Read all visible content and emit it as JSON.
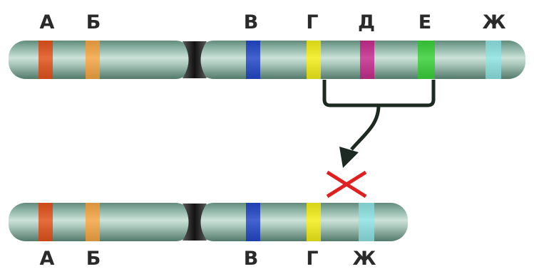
{
  "colors": {
    "chromosome_body": "#8ab5a4",
    "centromere": "#2e2e2e",
    "deletion_mark": "#e02020",
    "arrow": "#1c2a22"
  },
  "chromosome_normal": {
    "labels": [
      "А",
      "Б",
      "В",
      "Г",
      "Д",
      "Е",
      "Ж"
    ],
    "bands": [
      {
        "label": "А",
        "color": "#e2531c"
      },
      {
        "label": "Б",
        "color": "#f5a642"
      },
      {
        "label": "В",
        "color": "#2348c8"
      },
      {
        "label": "Г",
        "color": "#f2ee1a"
      },
      {
        "label": "Д",
        "color": "#c52d8e"
      },
      {
        "label": "Е",
        "color": "#3ad13a"
      },
      {
        "label": "Ж",
        "color": "#8ee2e2"
      }
    ]
  },
  "chromosome_deleted": {
    "labels": [
      "А",
      "Б",
      "В",
      "Г",
      "Ж"
    ],
    "bands": [
      {
        "label": "А",
        "color": "#e2531c"
      },
      {
        "label": "Б",
        "color": "#f5a642"
      },
      {
        "label": "В",
        "color": "#2348c8"
      },
      {
        "label": "Г",
        "color": "#f2ee1a"
      },
      {
        "label": "Ж",
        "color": "#8ee2e2"
      }
    ]
  },
  "deleted_segment": [
    "Д",
    "Е"
  ]
}
